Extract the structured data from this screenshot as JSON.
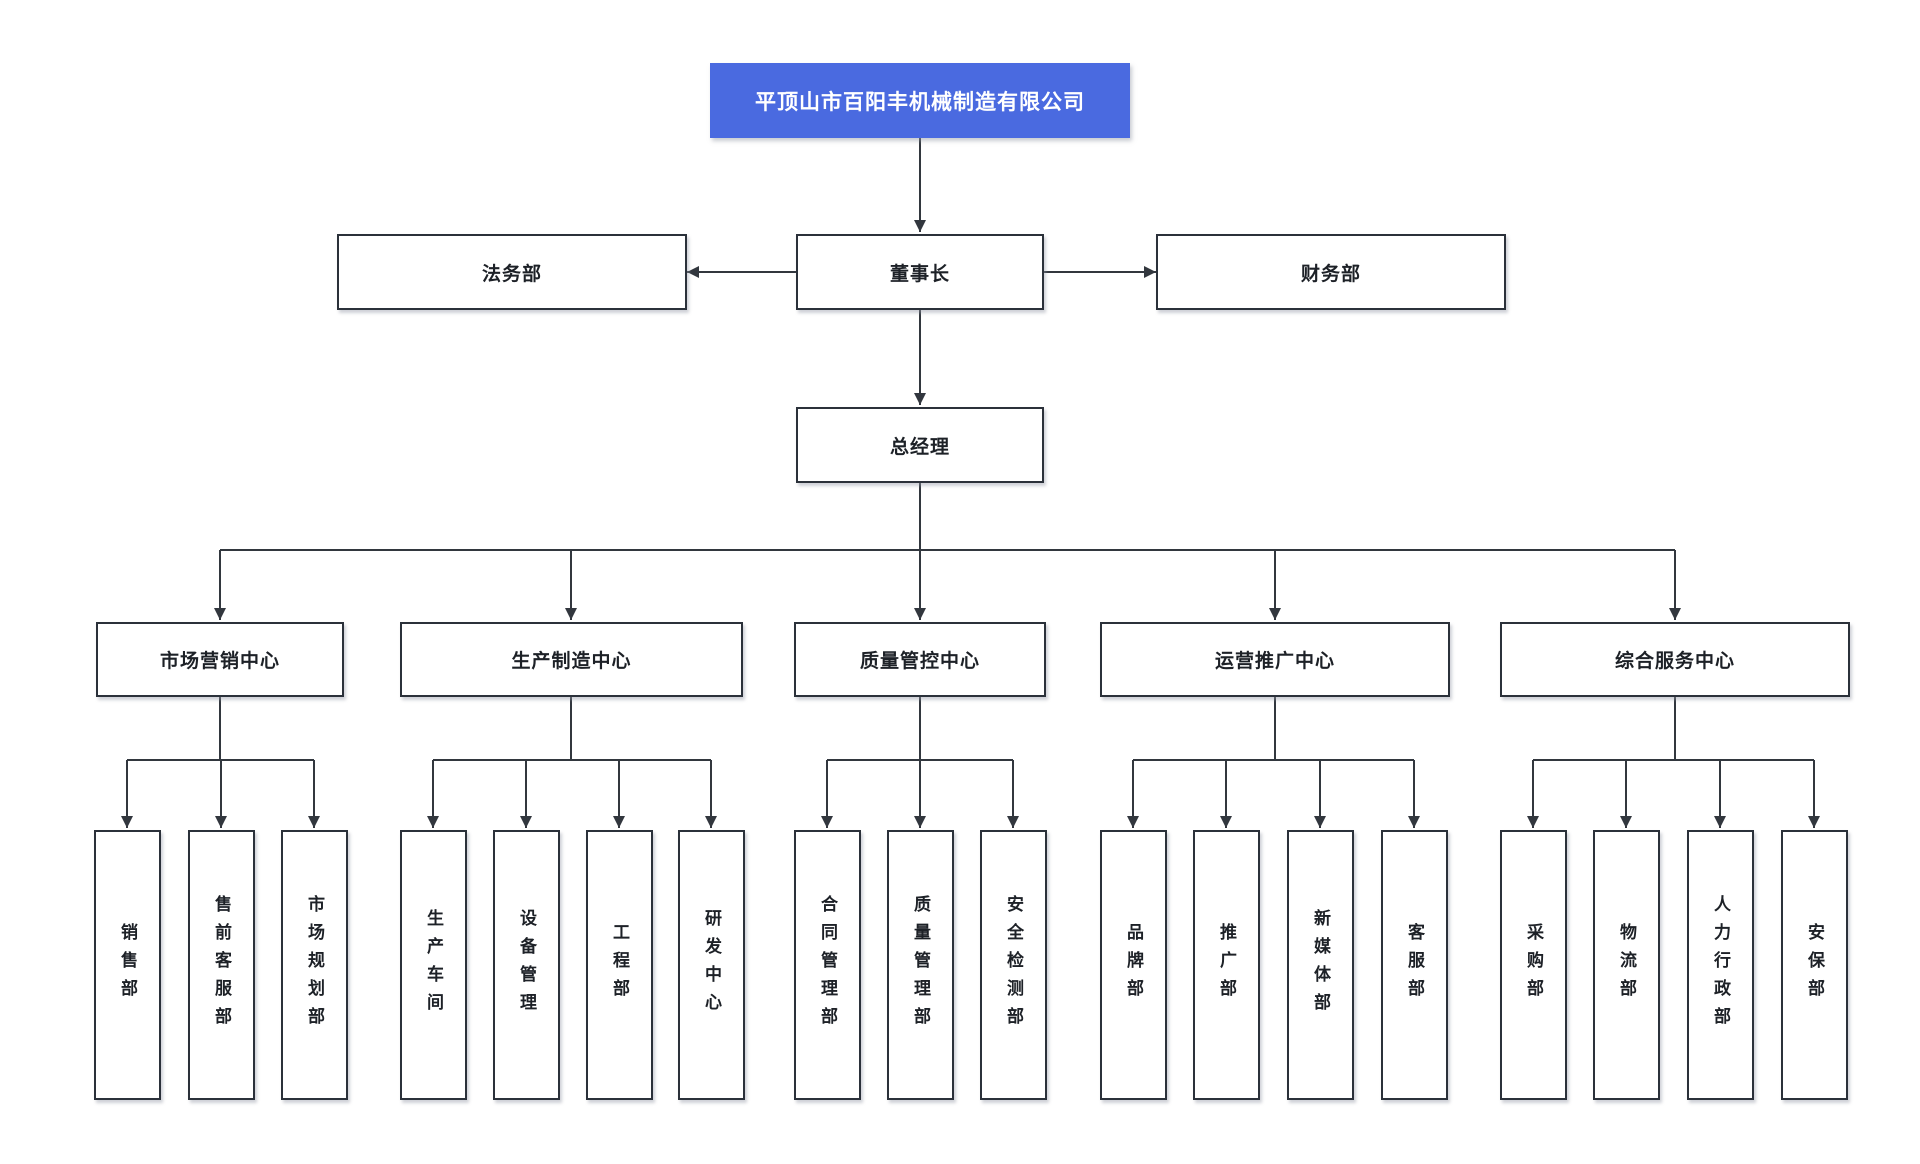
{
  "org_chart": {
    "company": "平顶山市百阳丰机械制造有限公司",
    "board": {
      "chairman": "董事长",
      "legal": "法务部",
      "finance": "财务部"
    },
    "general_manager": "总经理",
    "centers": [
      {
        "name": "市场营销中心",
        "departments": [
          "销售部",
          "售前客服部",
          "市场规划部"
        ]
      },
      {
        "name": "生产制造中心",
        "departments": [
          "生产车间",
          "设备管理",
          "工程部",
          "研发中心"
        ]
      },
      {
        "name": "质量管控中心",
        "departments": [
          "合同管理部",
          "质量管理部",
          "安全检测部"
        ]
      },
      {
        "name": "运营推广中心",
        "departments": [
          "品牌部",
          "推广部",
          "新媒体部",
          "客服部"
        ]
      },
      {
        "name": "综合服务中心",
        "departments": [
          "采购部",
          "物流部",
          "人力行政部",
          "安保部"
        ]
      }
    ]
  },
  "colors": {
    "root_background": "#4a6ae0",
    "root_text": "#ffffff",
    "box_background": "#ffffff",
    "box_border": "#2b313a",
    "connector": "#32373e",
    "text": "#1d2127"
  }
}
